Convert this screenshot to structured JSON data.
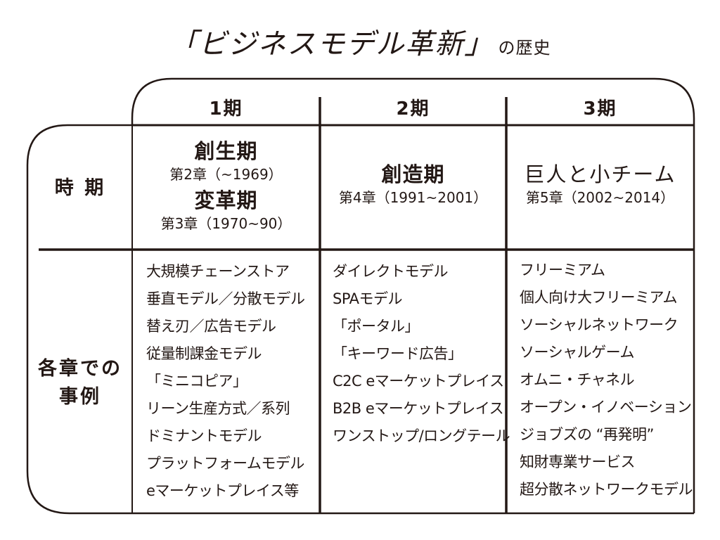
{
  "title": {
    "main": "「ビジネスモデル革新」",
    "suffix": "の歴史"
  },
  "columns": [
    {
      "label": "1期"
    },
    {
      "label": "2期"
    },
    {
      "label": "3期"
    }
  ],
  "rows": {
    "period_label": "時 期",
    "cases_label_line1": "各章での",
    "cases_label_line2": "事例"
  },
  "periods": [
    {
      "eras": [
        {
          "name": "創生期",
          "chapter": "第2章（~1969）"
        },
        {
          "name": "変革期",
          "chapter": "第3章（1970~90）"
        }
      ]
    },
    {
      "eras": [
        {
          "name": "創造期",
          "chapter": "第4章（1991~2001）"
        }
      ]
    },
    {
      "eras": [
        {
          "name": "巨人と小チーム",
          "chapter": "第5章（2002~2014）"
        }
      ]
    }
  ],
  "cases": [
    [
      "大規模チェーンストア",
      "垂直モデル／分散モデル",
      "替え刃／広告モデル",
      "従量制課金モデル",
      "「ミニコピア」",
      "リーン生産方式／系列",
      "ドミナントモデル",
      "プラットフォームモデル",
      "eマーケットプレイス等"
    ],
    [
      "ダイレクトモデル",
      "SPAモデル",
      "「ポータル」",
      "「キーワード広告」",
      "C2C eマーケットプレイス",
      "B2B eマーケットプレイス",
      "ワンストップ/ロングテール"
    ],
    [
      "フリーミアム",
      "個人向け大フリーミアム",
      "ソーシャルネットワーク",
      "ソーシャルゲーム",
      "オムニ・チャネル",
      "オープン・イノベーション",
      "ジョブズの “再発明”",
      "知財専業サービス",
      "超分散ネットワークモデル"
    ]
  ],
  "colors": {
    "line": "#231815",
    "text": "#231815",
    "background": "#ffffff"
  }
}
